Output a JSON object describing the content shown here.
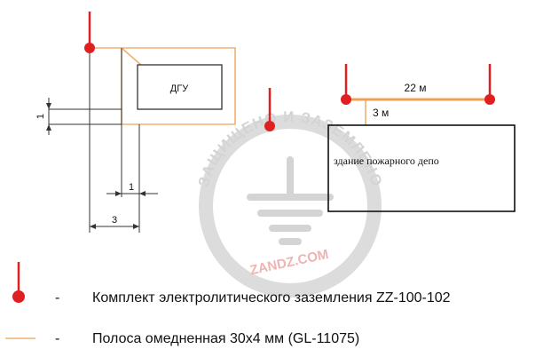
{
  "diagram": {
    "dgu_label": "ДГУ",
    "building_label": "здание пожарного депо",
    "dim_22m": "22 м",
    "dim_3m_vertical": "3 м",
    "dim_1_left": "1",
    "dim_1_bottom": "1",
    "dim_3_bottom": "3"
  },
  "watermark": {
    "arc_text": "ЗАЩИЩЕНО И ЗАЗЕМЛЕНО",
    "brand": "ZANDZ.COM"
  },
  "legend": {
    "items": [
      {
        "dash": "-",
        "text": "Комплект электролитического заземления ZZ-100-102"
      },
      {
        "dash": "-",
        "text": "Полоса омедненная 30x4 мм (GL-11075)"
      }
    ]
  },
  "colors": {
    "electrode": "#e02020",
    "strip": "#f0b070",
    "line": "#222222",
    "watermark": "#d8d8d8"
  }
}
